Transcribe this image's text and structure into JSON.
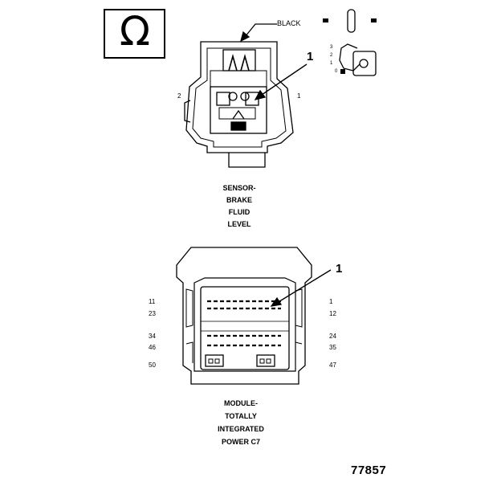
{
  "ohm_symbol": "Ω",
  "top_connector": {
    "color_label": "BLACK",
    "callout": "1",
    "pin_left": "2",
    "pin_right": "1",
    "key_positions": [
      "3",
      "2",
      "1",
      "0"
    ],
    "name_lines": [
      "SENSOR-",
      "BRAKE",
      "FLUID",
      "LEVEL"
    ]
  },
  "bottom_connector": {
    "callout": "1",
    "pin_labels_left": [
      "11",
      "23",
      "34",
      "46",
      "50"
    ],
    "pin_labels_right": [
      "1",
      "12",
      "24",
      "35",
      "47"
    ],
    "name_lines": [
      "MODULE-",
      "TOTALLY",
      "INTEGRATED",
      "POWER C7"
    ]
  },
  "figure_number": "77857"
}
